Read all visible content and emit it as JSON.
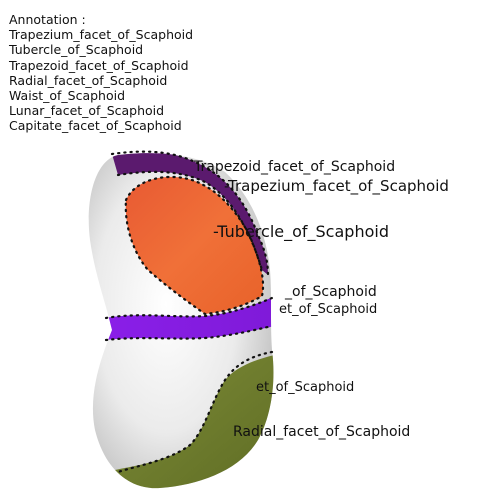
{
  "annotation": {
    "heading": "Annotation :",
    "items": [
      "Trapezium_facet_of_Scaphoid",
      "Tubercle_of_Scaphoid",
      "Trapezoid_facet_of_Scaphoid",
      "Radial_facet_of_Scaphoid",
      "Waist_of_Scaphoid",
      "Lunar_facet_of_Scaphoid",
      "Capitate_facet_of_Scaphoid"
    ]
  },
  "labels": {
    "trapezoid": "Trapezoid_facet_of_Scaphoid",
    "trapezium": "-Trapezium_facet_of_Scaphoid",
    "tubercle": "-Tubercle_of_Scaphoid",
    "partial_upper": "_of_Scaphoid",
    "partial_lower": "et_of_Scaphoid",
    "partial_lunar": "et_of_Scaphoid",
    "radial": "Radial_facet_of_Scaphoid"
  },
  "colors": {
    "background": "#ffffff",
    "bone": "#e6e6e6",
    "trapezoid_region": "#5a1a6e",
    "tubercle_region": "#ee5a28",
    "waist_band": "#8a1ee6",
    "radial_region": "#6b7a2a",
    "boundary_dots": "#111111"
  }
}
